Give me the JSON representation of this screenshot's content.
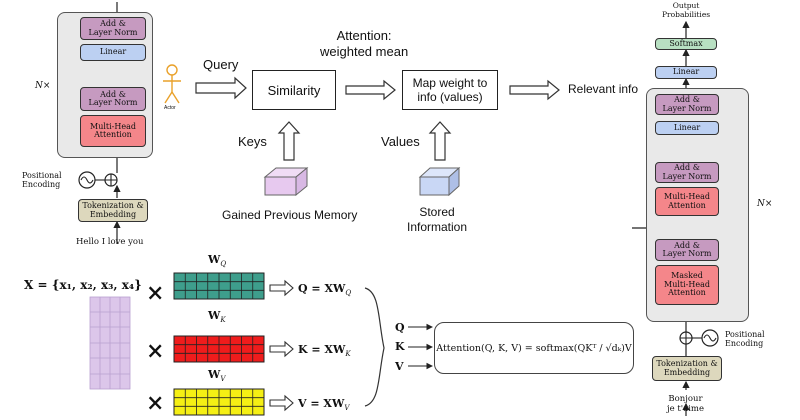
{
  "encoder": {
    "repeat_label": "N×",
    "add_norm_top": "Add &\nLayer Norm",
    "linear": "Linear",
    "add_norm_bottom": "Add &\nLayer Norm",
    "multi_head": "Multi-Head\nAttention",
    "positional": "Positional\nEncoding",
    "embedding": "Tokenization &\nEmbedding",
    "input_text": "Hello I love you"
  },
  "analogy": {
    "actor_label": "Actor",
    "query_label": "Query",
    "title": "Attention:\nweighted mean",
    "similarity": "Similarity",
    "map_weight": "Map weight to\ninfo (values)",
    "relevant": "Relevant info",
    "keys_label": "Keys",
    "values_label": "Values",
    "memory_caption": "Gained Previous Memory",
    "stored_caption": "Stored\nInformation"
  },
  "decoder": {
    "output_label": "Output\nProbabilities",
    "softmax": "Softmax",
    "linear_top": "Linear",
    "add_norm_1": "Add &\nLayer Norm",
    "linear_inner": "Linear",
    "add_norm_2": "Add &\nLayer Norm",
    "multi_head": "Multi-Head\nAttention",
    "add_norm_3": "Add &\nLayer Norm",
    "masked": "Masked\nMulti-Head\nAttention",
    "repeat_label": "N×",
    "positional": "Positional\nEncoding",
    "embedding": "Tokenization &\nEmbedding",
    "input_text": "Bonjour\nje t'aime"
  },
  "math": {
    "x_def": "X = {x₁, x₂, x₃, x₄}",
    "times": "×",
    "wq": "W",
    "wq_sub": "Q",
    "wk": "W",
    "wk_sub": "K",
    "wv": "W",
    "wv_sub": "V",
    "q_eq": "Q = XW",
    "q_sub": "Q",
    "k_eq": "K = XW",
    "k_sub": "K",
    "v_eq": "V = XW",
    "v_sub": "V",
    "q_in": "Q",
    "k_in": "K",
    "v_in": "V",
    "attention_formula": "Attention(Q, K, V) = softmax(QKᵀ / √dₖ)V"
  },
  "colors": {
    "add_norm": "#c69ac0",
    "linear": "#bcd0f2",
    "attention": "#f4868a",
    "embedding": "#ddd8bd",
    "softmax": "#b8e0c2",
    "wq_matrix": "#3e9e8c",
    "wk_matrix": "#ef1c1c",
    "wv_matrix": "#f5ef14",
    "x_matrix": "#dcc6ea",
    "cube_pink": "#e7c9ef",
    "cube_blue": "#c9d7f5"
  }
}
